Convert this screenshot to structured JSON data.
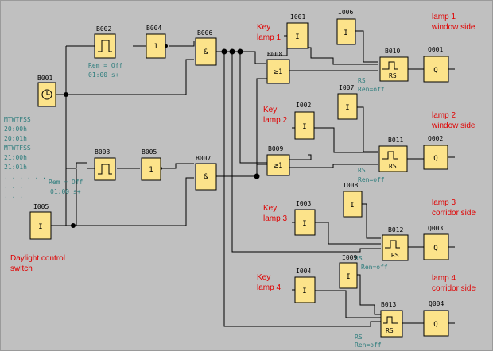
{
  "blocks": {
    "B001": "B001",
    "B002": "B002",
    "B003": "B003",
    "B004": "B004",
    "B005": "B005",
    "B006": "B006",
    "B007": "B007",
    "B008": "B008",
    "B009": "B009",
    "B010": "B010",
    "B011": "B011",
    "B012": "B012",
    "B013": "B013",
    "I001": "I001",
    "I002": "I002",
    "I003": "I003",
    "I004": "I004",
    "I005": "I005",
    "I006": "I006",
    "I007": "I007",
    "I008": "I008",
    "I009": "I009",
    "Q001": "Q001",
    "Q002": "Q002",
    "Q003": "Q003",
    "Q004": "Q004"
  },
  "symbols": {
    "input": "I",
    "not": "1",
    "and": "&",
    "or": "≥1",
    "output": "Q",
    "rs": "RS"
  },
  "params": {
    "b002_rem": "Rem = Off",
    "b002_time": "01:00 s+",
    "b003_rem": "Rem = Off",
    "b003_time": "01:00 s+",
    "timer": [
      "MTWTFSS",
      "20:00h",
      "20:01h",
      "MTWTFSS",
      "21:00h",
      "21:01h",
      ". . . . . .",
      ". . .",
      ". . ."
    ],
    "rs_label": "RS",
    "ren_off": "Ren=off"
  },
  "labels": {
    "key_lamp_1": [
      "Key",
      "lamp 1"
    ],
    "key_lamp_2": [
      "Key",
      "lamp 2"
    ],
    "key_lamp_3": [
      "Key",
      "lamp 3"
    ],
    "key_lamp_4": [
      "Key",
      "lamp 4"
    ],
    "lamp_1": [
      "lamp 1",
      "window side"
    ],
    "lamp_2": [
      "lamp 2",
      "window side"
    ],
    "lamp_3": [
      "lamp 3",
      "corridor side"
    ],
    "lamp_4": [
      "lamp 4",
      "corridor side"
    ],
    "daylight": [
      "Daylight control",
      "switch"
    ]
  }
}
